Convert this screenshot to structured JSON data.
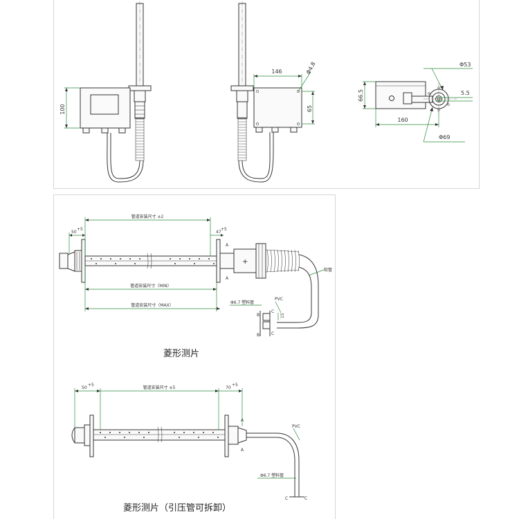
{
  "top_views": {
    "side_view": {
      "dim_height": "100"
    },
    "back_view": {
      "dim_width": "146",
      "dim_hole": "Φ4.8",
      "dim_height": "65"
    },
    "top_view": {
      "dim_height": "66.5",
      "dim_flange": "Φ53",
      "dim_offset": "5.5",
      "dim_width": "160",
      "dim_base": "Φ69"
    }
  },
  "diamond_probe": {
    "caption": "菱形测片",
    "dim_left": "50",
    "dim_left_tol": "+5",
    "dim_right": "47",
    "dim_right_tol": "+5",
    "dim_pipe_top": "管道安装尺寸 ±2",
    "dim_pipe_min": "管道安装尺寸（MIN）",
    "dim_pipe_max": "管道安装尺寸（MAX）",
    "label_hose": "软管",
    "label_tube": "Φ6.7 塑料管",
    "label_pvc": "PVC",
    "dim_15": "15",
    "sec_b": "B",
    "sec_c": "C",
    "sec_a": "A"
  },
  "diamond_probe_detachable": {
    "caption": "菱形测片（引压管可拆卸）",
    "dim_left": "50",
    "dim_left_tol": "+5",
    "dim_right": "70",
    "dim_right_tol": "+5",
    "dim_pipe": "管道安装尺寸 ±5",
    "label_tube": "Φ6.7 塑料管",
    "label_pvc": "PVC",
    "sec_a": "A",
    "sec_c": "C"
  }
}
